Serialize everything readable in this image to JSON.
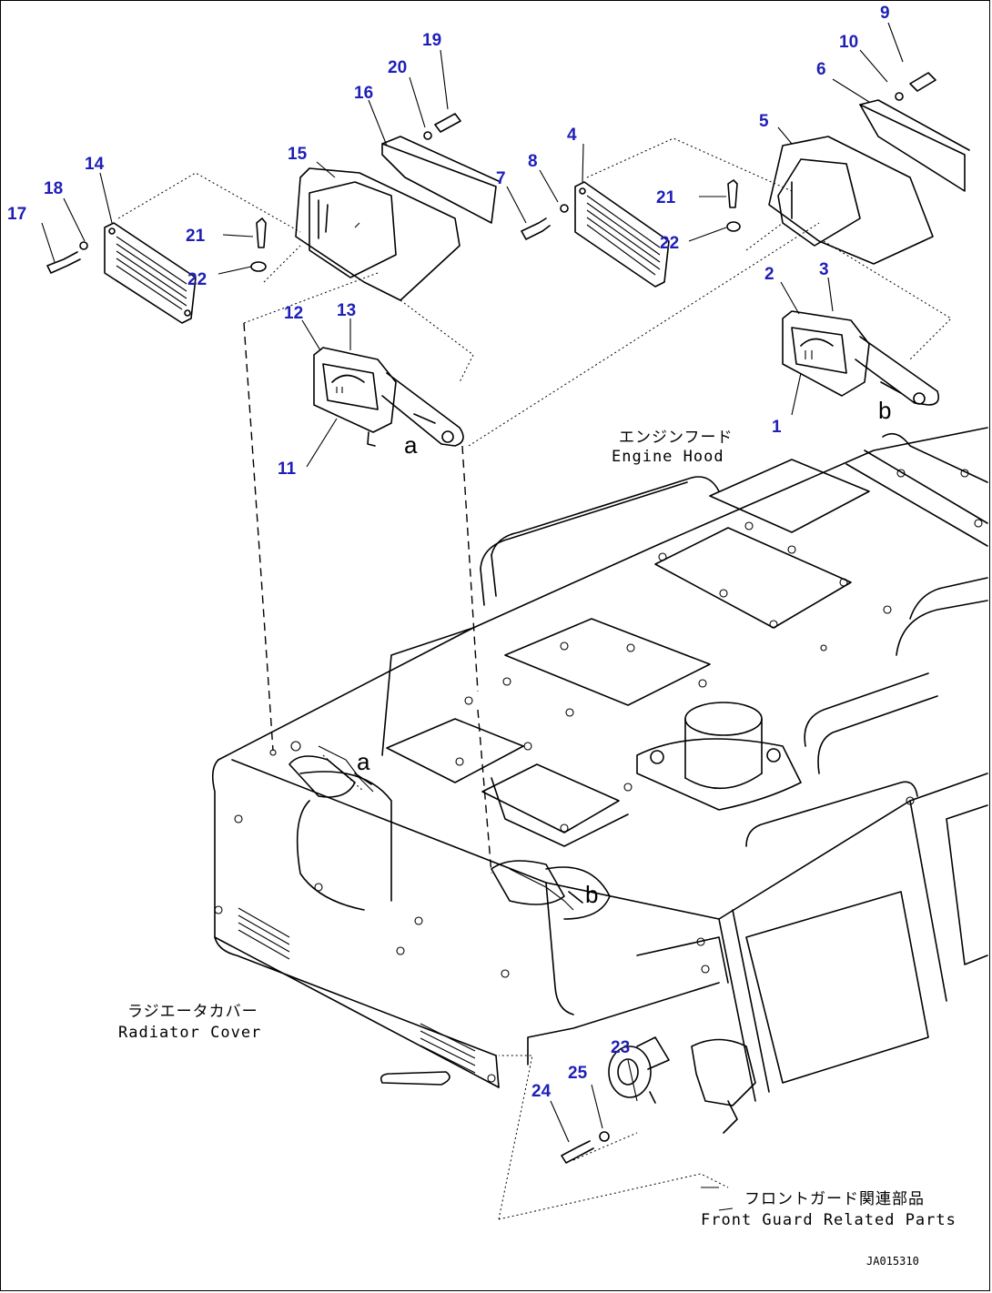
{
  "part_numbers": {
    "n1": "1",
    "n2": "2",
    "n3": "3",
    "n4": "4",
    "n5": "5",
    "n6": "6",
    "n7": "7",
    "n8": "8",
    "n9": "9",
    "n10": "10",
    "n11": "11",
    "n12": "12",
    "n13": "13",
    "n14": "14",
    "n15": "15",
    "n16": "16",
    "n17": "17",
    "n18": "18",
    "n19": "19",
    "n20": "20",
    "n21a": "21",
    "n21b": "21",
    "n22a": "22",
    "n22b": "22",
    "n23": "23",
    "n24": "24",
    "n25": "25"
  },
  "callout_letters": {
    "a1": "a",
    "a2": "a",
    "b1": "b",
    "b2": "b"
  },
  "labels": {
    "engine_hood_jp": "エンジンフード",
    "engine_hood_en": "Engine Hood",
    "radiator_jp": "ラジエータカバー",
    "radiator_en": "Radiator Cover",
    "front_guard_jp": "フロントガード関連部品",
    "front_guard_en": "Front Guard Related Parts"
  },
  "drawing_code": "JA015310",
  "colors": {
    "callout_number": "#1f1fb8",
    "line": "#000000"
  }
}
